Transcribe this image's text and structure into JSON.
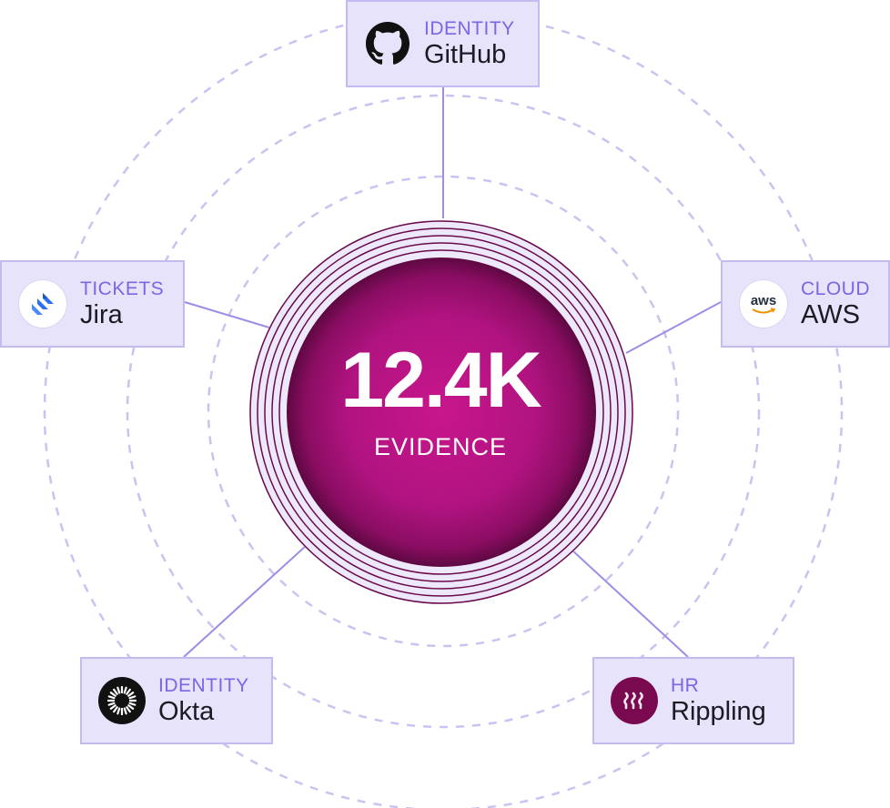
{
  "hub": {
    "value": "12.4K",
    "label": "EVIDENCE"
  },
  "colors": {
    "accent": "#7b67e3",
    "card_bg": "#e6e3fb",
    "card_border": "#c3bcf0",
    "hub_core": "#b0157f",
    "hub_ring": "#6b0a4a",
    "orbit_dash": "#c9c3f2"
  },
  "integrations": [
    {
      "id": "github",
      "category": "IDENTITY",
      "name": "GitHub",
      "icon": "github-icon"
    },
    {
      "id": "jira",
      "category": "TICKETS",
      "name": "Jira",
      "icon": "jira-icon"
    },
    {
      "id": "aws",
      "category": "CLOUD",
      "name": "AWS",
      "icon": "aws-icon",
      "icon_text": "aws"
    },
    {
      "id": "okta",
      "category": "IDENTITY",
      "name": "Okta",
      "icon": "okta-icon"
    },
    {
      "id": "rippling",
      "category": "HR",
      "name": "Rippling",
      "icon": "rippling-icon"
    }
  ]
}
